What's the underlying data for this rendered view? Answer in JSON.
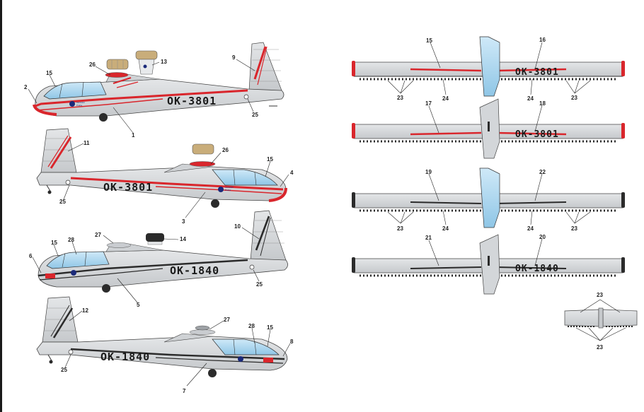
{
  "side_views": [
    {
      "registration": "OK-3801",
      "labels": [
        "2",
        "15",
        "26",
        "13",
        "9",
        "25",
        "1"
      ]
    },
    {
      "registration": "OK-3801",
      "labels": [
        "11",
        "26",
        "15",
        "4",
        "25",
        "3"
      ]
    },
    {
      "registration": "OK-1840",
      "labels": [
        "27",
        "14",
        "10",
        "6",
        "15",
        "28",
        "25",
        "5"
      ]
    },
    {
      "registration": "OK-1840",
      "labels": [
        "12",
        "27",
        "28",
        "15",
        "8",
        "25",
        "7"
      ]
    }
  ],
  "plan_views": [
    {
      "registration": "OK-3801",
      "labels": [
        "15",
        "16",
        "23",
        "24",
        "24",
        "23"
      ]
    },
    {
      "registration": "OK-3801",
      "labels": [
        "17",
        "18"
      ]
    },
    {
      "registration": "",
      "labels": [
        "19",
        "22",
        "23",
        "24",
        "24",
        "23"
      ]
    },
    {
      "registration": "OK-1840",
      "labels": [
        "21",
        "20"
      ]
    }
  ],
  "tailplane_labels": [
    "23",
    "23"
  ],
  "colors": {
    "grey": "#d3d6d9",
    "red": "#d9262c",
    "blue": "#a9d4ec",
    "dark": "#2b2b2b"
  }
}
